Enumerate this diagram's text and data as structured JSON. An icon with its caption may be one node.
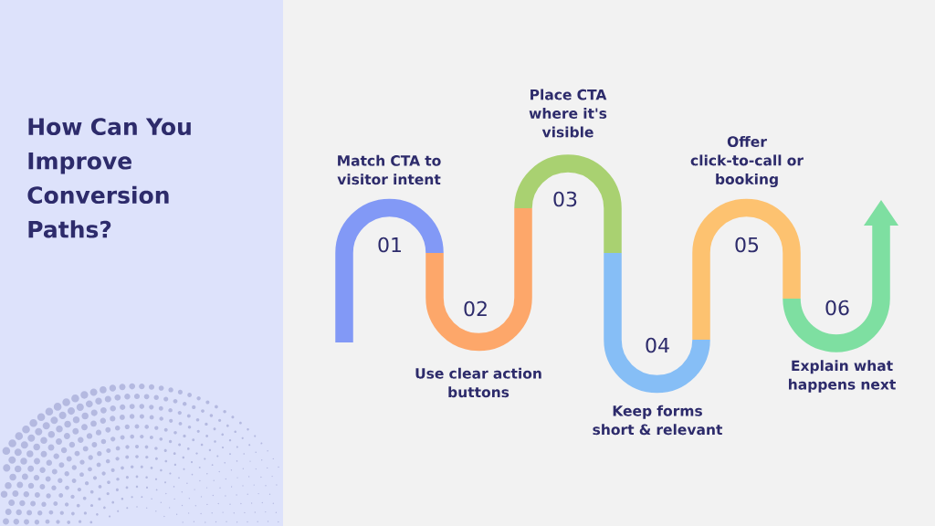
{
  "diagram": {
    "title": "How Can You Improve Conversion Paths?",
    "nodes": [
      {
        "text": [
          "01"
        ],
        "beside": [
          "Match CTA to visitor intent"
        ]
      },
      {
        "text": [
          "02"
        ],
        "beside": [
          "Use clear action buttons"
        ]
      },
      {
        "text": [
          "03"
        ],
        "beside": [
          "Place CTA where it's visible"
        ]
      },
      {
        "text": [
          "04"
        ],
        "beside": [
          "Keep forms short & relevant"
        ]
      },
      {
        "text": [
          "05"
        ],
        "beside": [
          "Offer click-to-call or booking"
        ]
      },
      {
        "text": [
          "06"
        ],
        "beside": [
          "Explain what happens next"
        ]
      }
    ]
  }
}
